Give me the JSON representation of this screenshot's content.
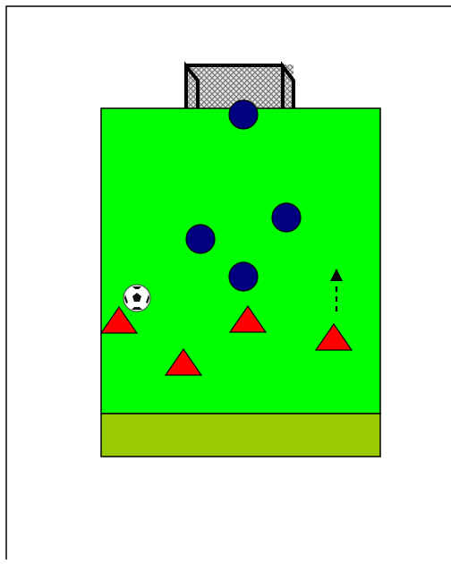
{
  "colors": {
    "page_background": "#ffffff",
    "frame_border": "#000000",
    "pitch": "#00ff00",
    "end_zone": "#99cc00",
    "goal_net": "#bdbdbd",
    "goal_post": "#000000",
    "defender": "#000080",
    "attacker": "#ff0000",
    "movement_arrow": "#000000",
    "ball_white": "#ffffff",
    "ball_black": "#111111"
  },
  "icons": {
    "goal": "goal-icon",
    "defender": "defender-circle-icon",
    "attacker": "attacker-triangle-icon",
    "ball": "soccer-ball-icon",
    "movement": "dashed-arrow-icon"
  },
  "players": {
    "defenders": [
      "goalkeeper",
      "defender-left",
      "defender-right",
      "defender-center"
    ],
    "attackers": [
      "attacker-left",
      "attacker-bottom",
      "attacker-center",
      "attacker-right"
    ]
  },
  "movement": {
    "player": "attacker-right",
    "direction": "up",
    "style": "dashed"
  },
  "ball": {
    "holder": "attacker-left"
  }
}
